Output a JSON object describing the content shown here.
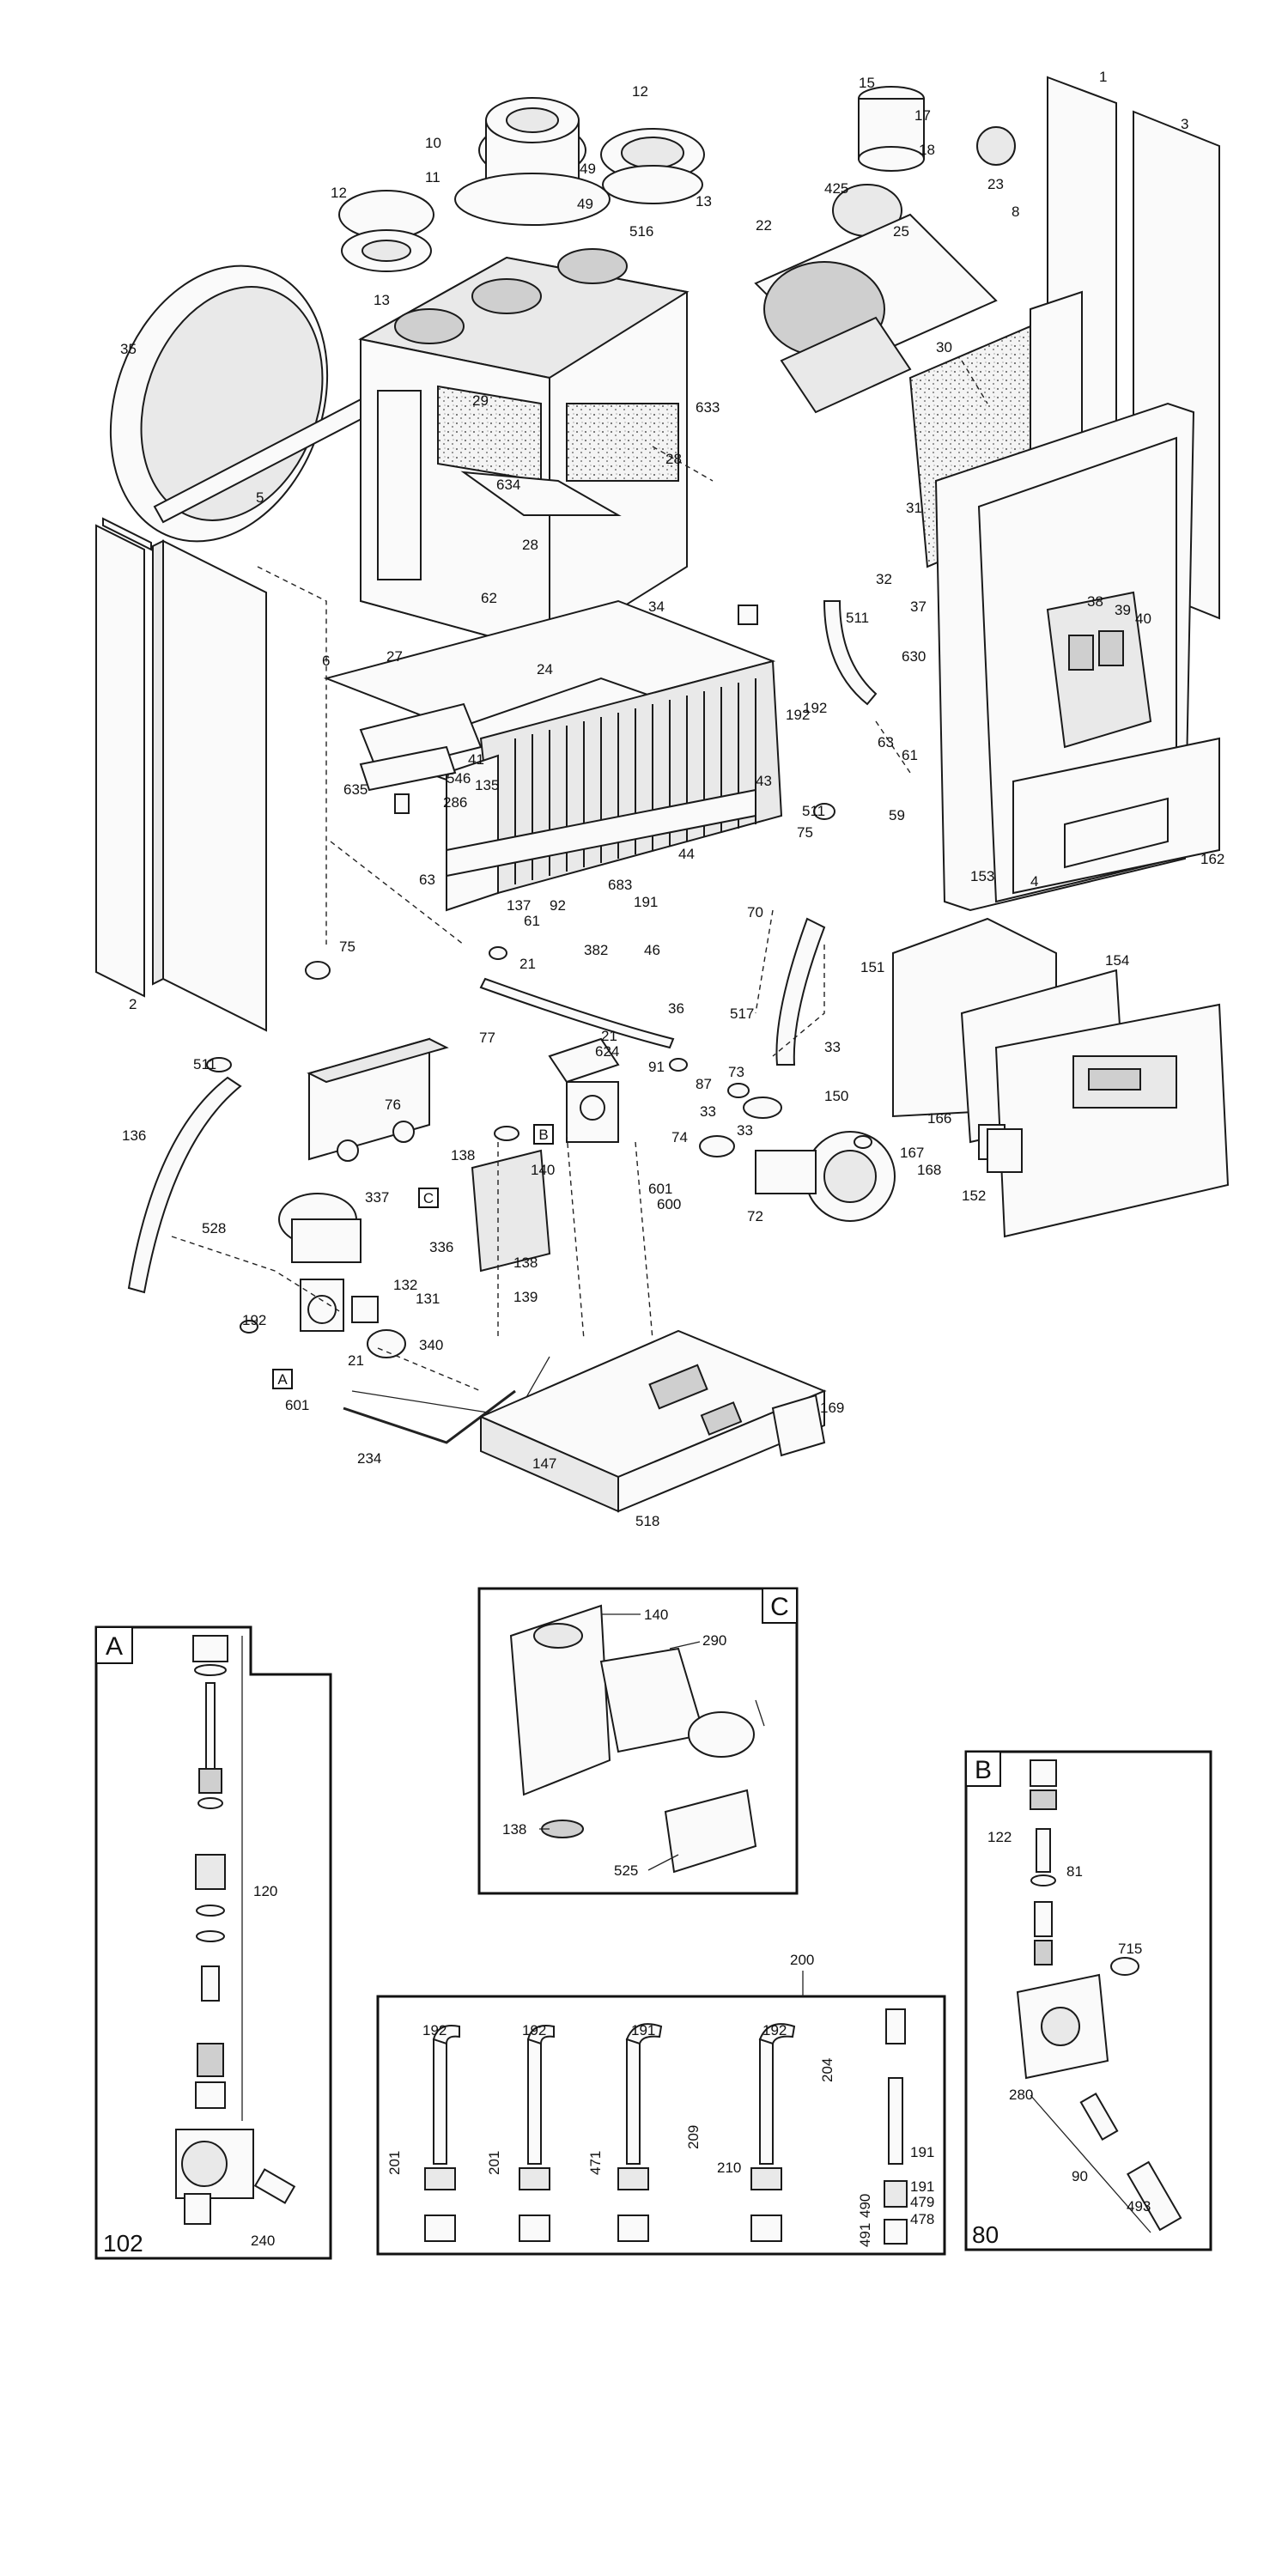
{
  "callouts": [
    "1",
    "2",
    "3",
    "4",
    "5",
    "6",
    "8",
    "10",
    "11",
    "12",
    "12",
    "13",
    "13",
    "15",
    "17",
    "18",
    "21",
    "21",
    "21",
    "22",
    "23",
    "24",
    "25",
    "27",
    "28",
    "28",
    "29",
    "30",
    "31",
    "32",
    "33",
    "33",
    "33",
    "34",
    "35",
    "36",
    "37",
    "38",
    "39",
    "40",
    "41",
    "43",
    "44",
    "46",
    "49",
    "49",
    "59",
    "61",
    "61",
    "62",
    "63",
    "63",
    "70",
    "72",
    "73",
    "74",
    "75",
    "75",
    "76",
    "77",
    "87",
    "91",
    "92",
    "135",
    "136",
    "137",
    "138",
    "138",
    "139",
    "140",
    "147",
    "150",
    "151",
    "152",
    "153",
    "154",
    "162",
    "166",
    "167",
    "168",
    "169",
    "191",
    "192",
    "192",
    "192",
    "234",
    "286",
    "336",
    "337",
    "340",
    "382",
    "425",
    "511",
    "511",
    "511",
    "516",
    "517",
    "518",
    "528",
    "546",
    "600",
    "601",
    "601",
    "624",
    "630",
    "633",
    "634",
    "635",
    "683",
    "131",
    "132"
  ],
  "detail_tags": {
    "a": "A",
    "b": "B",
    "c": "C"
  },
  "detail_a": {
    "tag": "A",
    "callouts": [
      "120",
      "240",
      "102"
    ]
  },
  "detail_b": {
    "tag": "B",
    "callouts": [
      "122",
      "81",
      "715",
      "280",
      "90",
      "493",
      "80"
    ]
  },
  "detail_c": {
    "tag": "C",
    "callouts": [
      "140",
      "290",
      "138",
      "525"
    ]
  },
  "detail_200": {
    "group": "200",
    "callouts": [
      "192",
      "192",
      "191",
      "192",
      "201",
      "201",
      "471",
      "209",
      "210",
      "204",
      "191",
      "191",
      "479",
      "478",
      "490",
      "491"
    ]
  }
}
